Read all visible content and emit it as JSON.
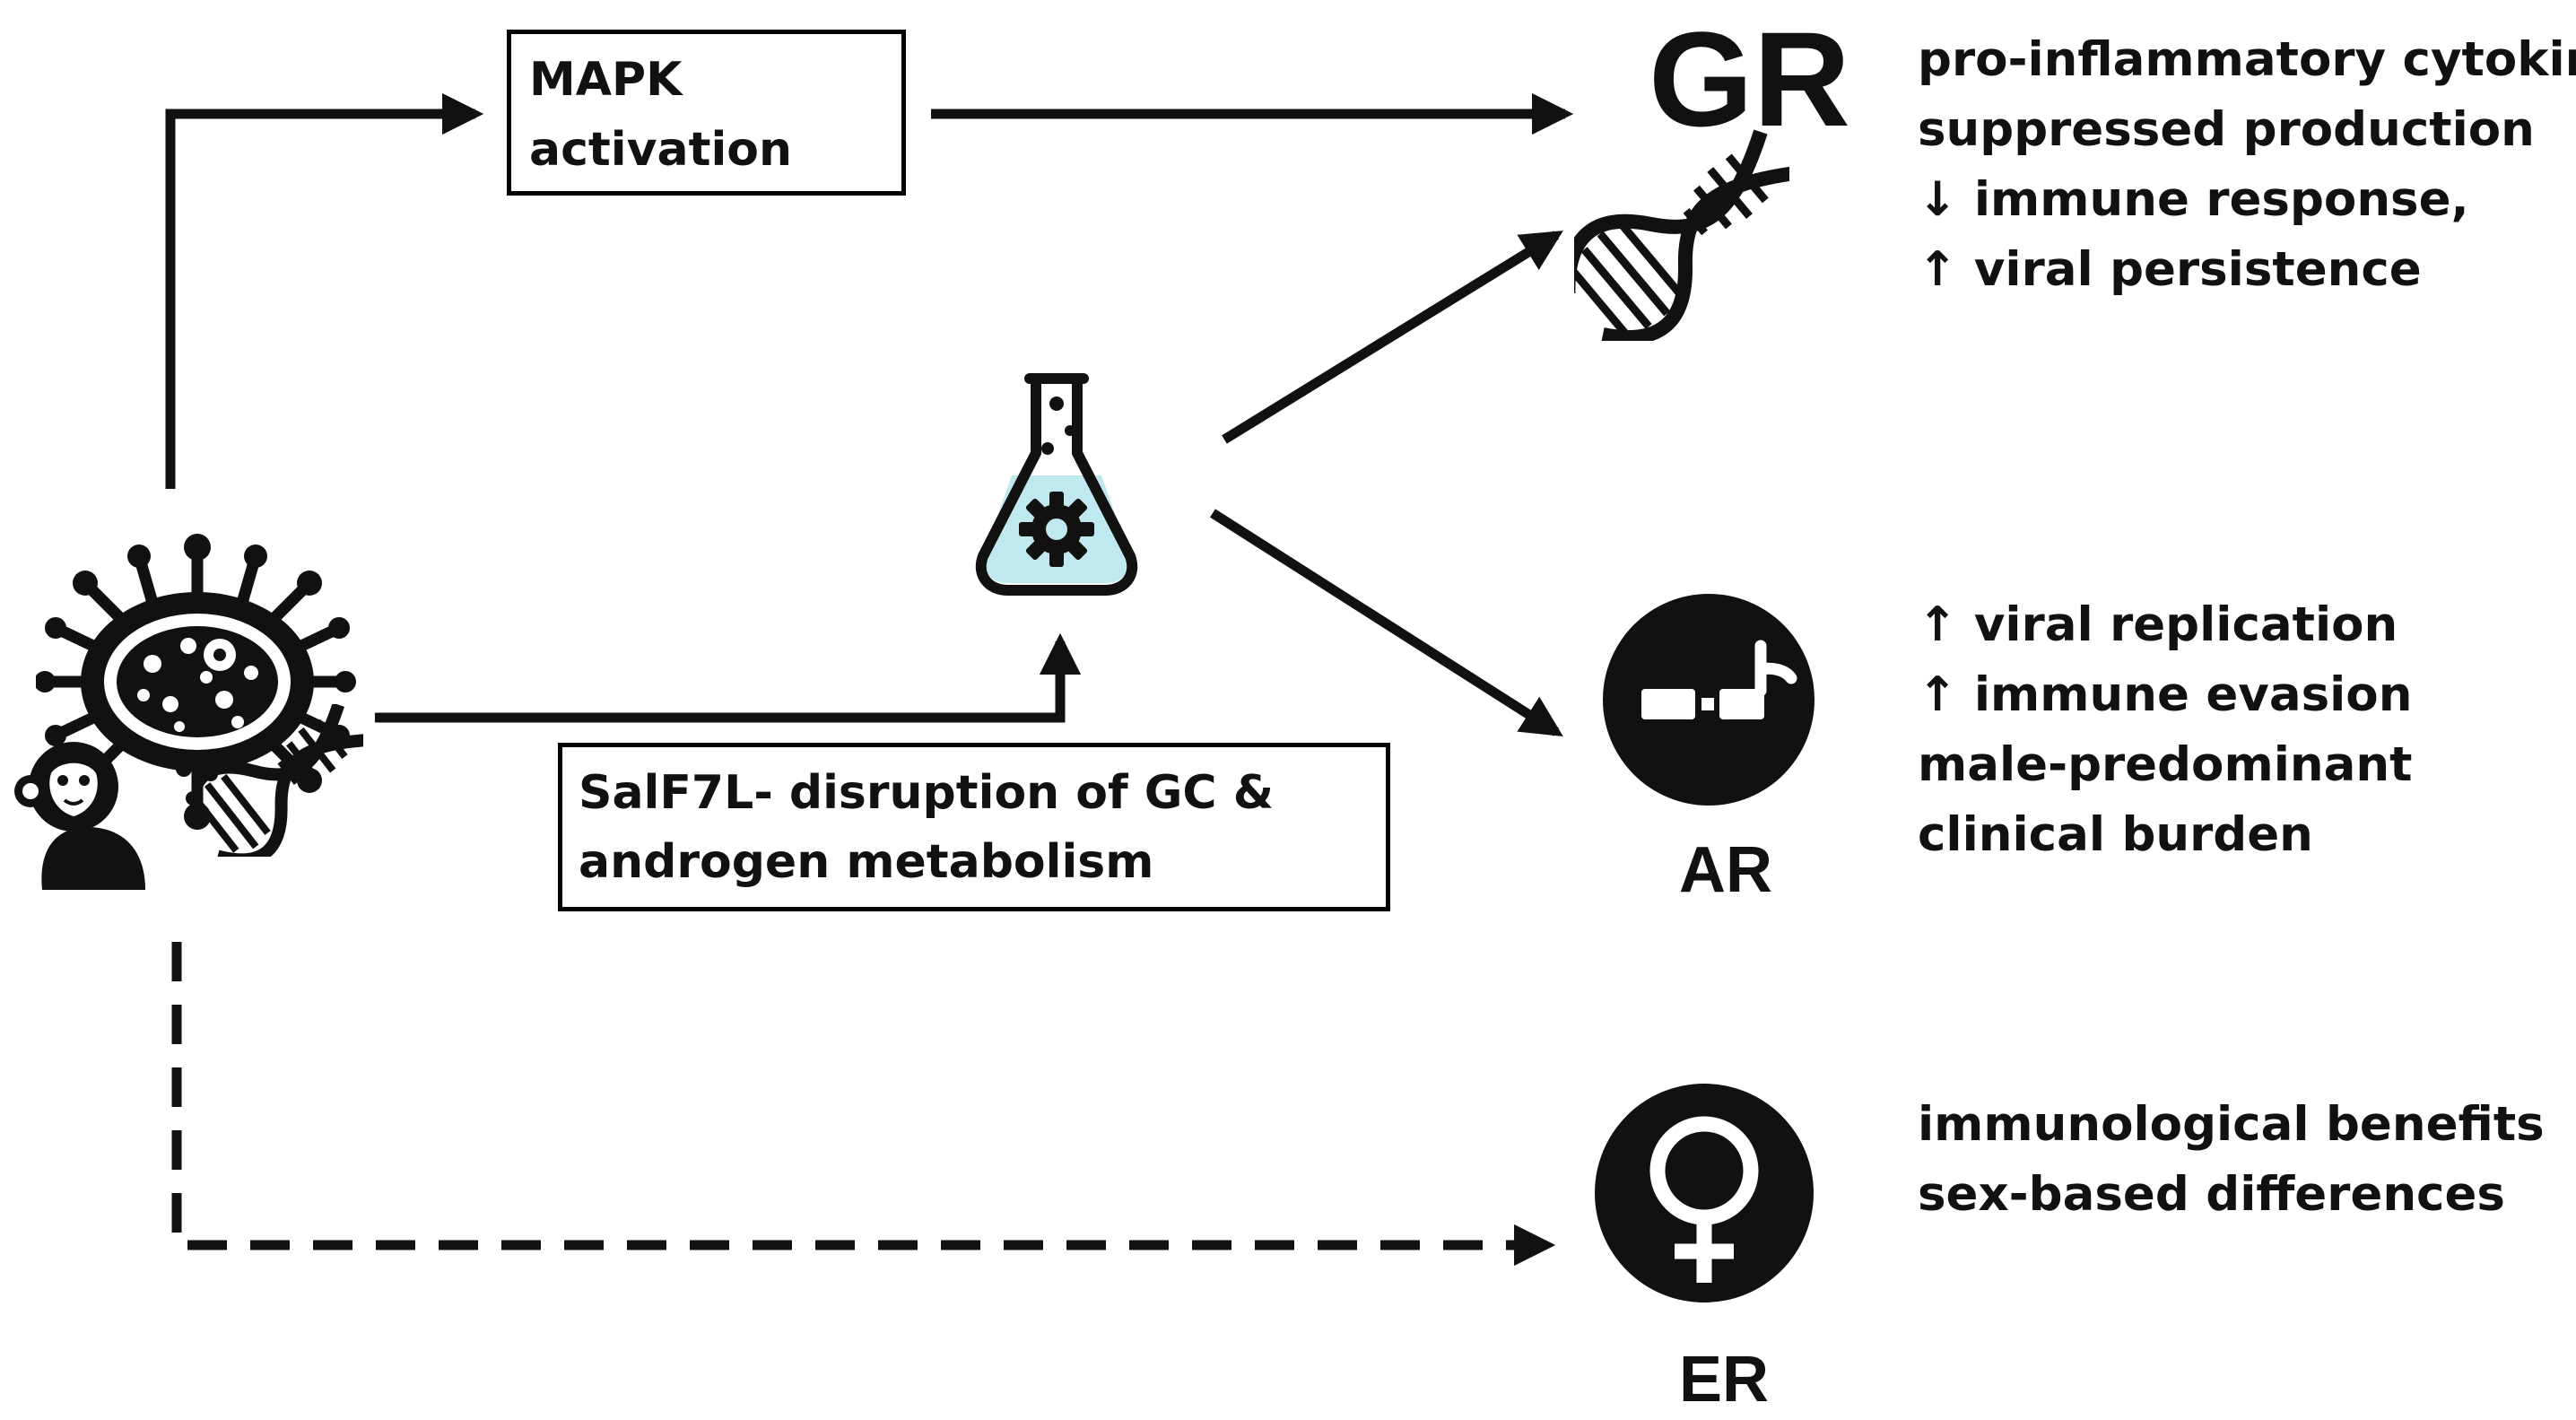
{
  "nodes": {
    "mapk": {
      "line1": "MAPK",
      "line2": "activation"
    },
    "salf7l": {
      "line1": "SalF7L- disruption of GC &",
      "line2": "androgen metabolism"
    }
  },
  "receptors": {
    "gr": {
      "label": "GR",
      "icon": "dna-icon"
    },
    "ar": {
      "label": "AR",
      "icon": "androgen-receptor-icon"
    },
    "er": {
      "label": "ER",
      "icon": "female-symbol-icon"
    }
  },
  "effects": {
    "gr": [
      "pro-inflammatory cytokine",
      "suppressed production",
      "↓ immune response,",
      "↑ viral persistence"
    ],
    "ar": [
      "↑ viral replication",
      "↑ immune evasion",
      "male-predominant",
      "clinical burden"
    ],
    "er": [
      "immunological benefits",
      "sex-based differences"
    ]
  },
  "icons": {
    "virus": "virus-icon",
    "monkey": "monkey-icon",
    "flask": "flask-gear-icon"
  },
  "colors": {
    "ink": "#111111",
    "flask_fill": "#bfe9ee"
  }
}
